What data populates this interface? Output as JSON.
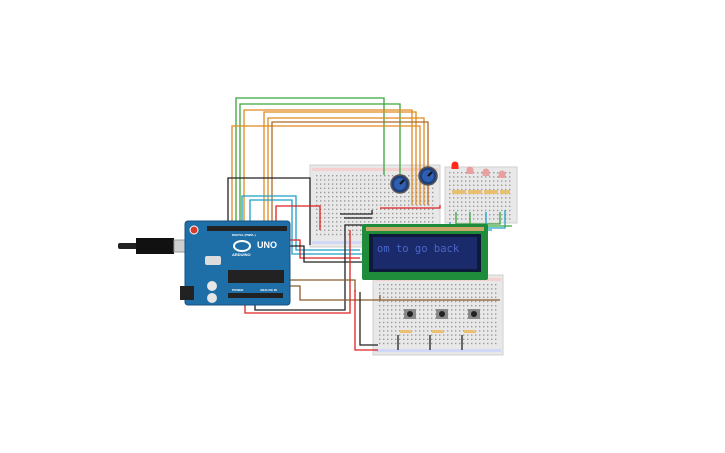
{
  "arduino": {
    "model": "UNO",
    "brand": "ARDUINO",
    "digital_label": "DIGITAL (PWM~)",
    "analog_label": "ANALOG IN",
    "power_label": "POWER",
    "logo": "infinity-logo-icon",
    "color": "#1e6fa8"
  },
  "lcd": {
    "text": "om to go back",
    "background": "#1b2a6b",
    "text_color": "#4a66c9",
    "frame_color": "#1e8c3a"
  },
  "colors": {
    "wire_red": "#e02020",
    "wire_black": "#222222",
    "wire_orange": "#e08a1e",
    "wire_green": "#3aa53a",
    "wire_cyan": "#1e9fc8",
    "wire_brown": "#8b5a2b",
    "breadboard": "#e6e6e6",
    "led_on": "#ff2a1a",
    "led_off": "#e8a0a0"
  },
  "icons": [
    "usb-plug-icon",
    "dc-jack-icon",
    "potentiometer-icon",
    "led-icon",
    "resistor-icon",
    "pushbutton-icon"
  ]
}
